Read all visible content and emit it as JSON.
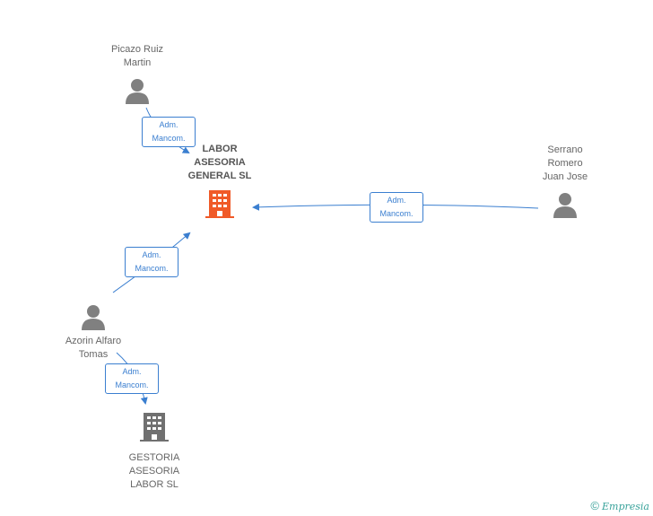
{
  "colors": {
    "edge": "#3b7fd0",
    "person": "#808080",
    "main_company": "#f05a28",
    "company": "#707070"
  },
  "nodes": {
    "main": {
      "name": "LABOR\nASESORIA\nGENERAL SL",
      "icon": "building-icon"
    },
    "picazo": {
      "name": "Picazo Ruiz\nMartin",
      "icon": "person-icon"
    },
    "serrano": {
      "name": "Serrano\nRomero\nJuan Jose",
      "icon": "person-icon"
    },
    "azorin": {
      "name": "Azorin Alfaro\nTomas",
      "icon": "person-icon"
    },
    "gestoria": {
      "name": "GESTORIA\nASESORIA\nLABOR SL",
      "icon": "building-icon"
    }
  },
  "edges": [
    {
      "from": "picazo",
      "to": "main",
      "label": "Adm.\nMancom."
    },
    {
      "from": "serrano",
      "to": "main",
      "label": "Adm.\nMancom."
    },
    {
      "from": "azorin",
      "to": "main",
      "label": "Adm.\nMancom."
    },
    {
      "from": "azorin",
      "to": "gestoria",
      "label": "Adm.\nMancom."
    }
  ],
  "footer": {
    "copyright": "©",
    "brand": "Empresia"
  }
}
